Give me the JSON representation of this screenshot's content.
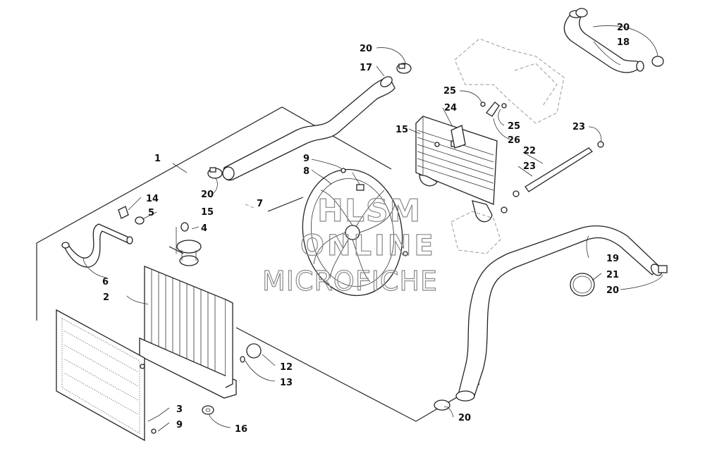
{
  "watermark": {
    "line1": "HLSM",
    "line2": "ONLINE",
    "line3": "MICROFICHE"
  },
  "callouts": [
    {
      "id": "c1",
      "label": "1"
    },
    {
      "id": "c2",
      "label": "2"
    },
    {
      "id": "c3",
      "label": "3"
    },
    {
      "id": "c4",
      "label": "4"
    },
    {
      "id": "c5",
      "label": "5"
    },
    {
      "id": "c6",
      "label": "6"
    },
    {
      "id": "c7",
      "label": "7"
    },
    {
      "id": "c8",
      "label": "8"
    },
    {
      "id": "c9a",
      "label": "9"
    },
    {
      "id": "c9b",
      "label": "9"
    },
    {
      "id": "c12",
      "label": "12"
    },
    {
      "id": "c13",
      "label": "13"
    },
    {
      "id": "c14",
      "label": "14"
    },
    {
      "id": "c15a",
      "label": "15"
    },
    {
      "id": "c15b",
      "label": "15"
    },
    {
      "id": "c16",
      "label": "16"
    },
    {
      "id": "c17",
      "label": "17"
    },
    {
      "id": "c18",
      "label": "18"
    },
    {
      "id": "c19",
      "label": "19"
    },
    {
      "id": "c20a",
      "label": "20"
    },
    {
      "id": "c20b",
      "label": "20"
    },
    {
      "id": "c20c",
      "label": "20"
    },
    {
      "id": "c20d",
      "label": "20"
    },
    {
      "id": "c20e",
      "label": "20"
    },
    {
      "id": "c21",
      "label": "21"
    },
    {
      "id": "c22",
      "label": "22"
    },
    {
      "id": "c23a",
      "label": "23"
    },
    {
      "id": "c23b",
      "label": "23"
    },
    {
      "id": "c24",
      "label": "24"
    },
    {
      "id": "c25a",
      "label": "25"
    },
    {
      "id": "c25b",
      "label": "25"
    },
    {
      "id": "c26",
      "label": "26"
    }
  ]
}
